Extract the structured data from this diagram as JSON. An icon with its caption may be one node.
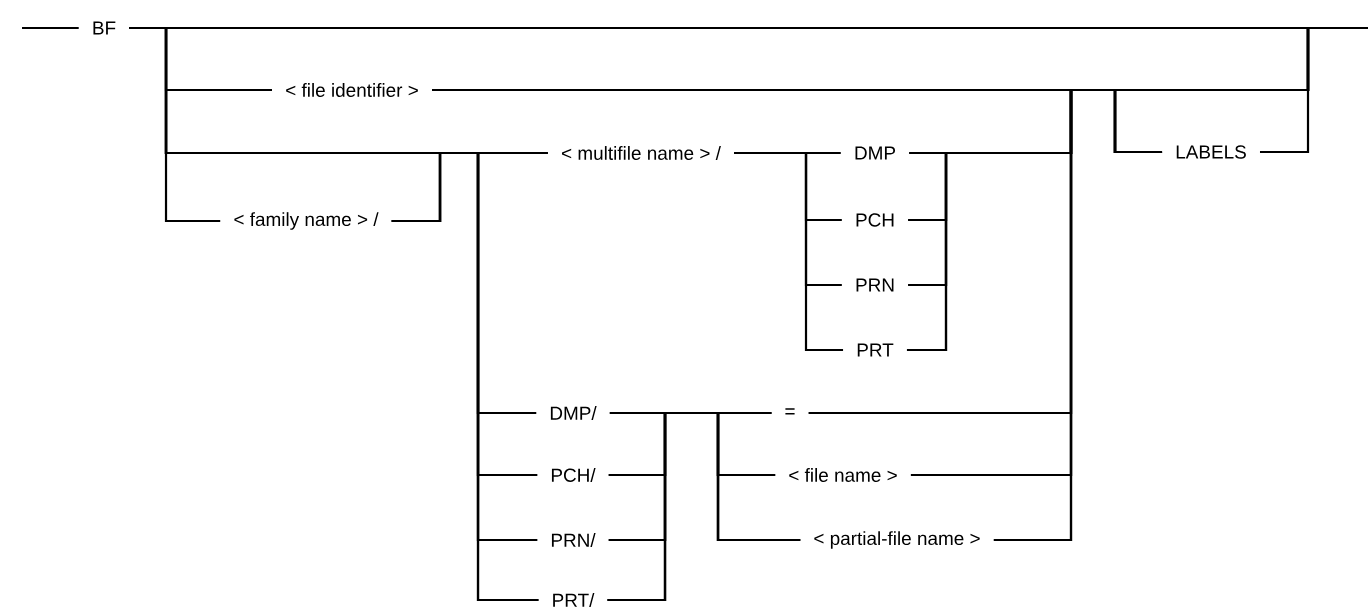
{
  "diagram": {
    "nodes": [
      {
        "text": [
          "BF"
        ]
      },
      {
        "text": [
          "< file identifier >"
        ]
      },
      {
        "text": [
          "< multifile name > /"
        ]
      },
      {
        "text": [
          "LABELS"
        ]
      },
      {
        "text": [
          "< family name > /"
        ]
      },
      {
        "text": [
          "DMP"
        ]
      },
      {
        "text": [
          "PCH"
        ]
      },
      {
        "text": [
          "PRN"
        ]
      },
      {
        "text": [
          "PRT"
        ]
      },
      {
        "text": [
          "DMP/"
        ]
      },
      {
        "text": [
          "="
        ]
      },
      {
        "text": [
          "PCH/"
        ]
      },
      {
        "text": [
          "< file name >"
        ]
      },
      {
        "text": [
          "PRN/"
        ]
      },
      {
        "text": [
          "< partial-file name >"
        ]
      },
      {
        "text": [
          "PRT/"
        ]
      }
    ],
    "edges": [
      {
        "from": null,
        "to": 0,
        "arrow": "none"
      },
      {
        "from": 0,
        "to": null,
        "arrow": "none"
      },
      {
        "from": 0,
        "to": 1,
        "arrow": "none"
      },
      {
        "from": 1,
        "to": 3,
        "arrow": "none"
      },
      {
        "from": 1,
        "to": null,
        "arrow": "none"
      },
      {
        "from": 0,
        "to": 4,
        "arrow": "none"
      },
      {
        "from": 0,
        "to": 2,
        "arrow": "none"
      },
      {
        "from": 4,
        "to": 2,
        "arrow": "none"
      },
      {
        "from": 0,
        "to": 9,
        "arrow": "none"
      },
      {
        "from": 0,
        "to": 11,
        "arrow": "none"
      },
      {
        "from": 0,
        "to": 13,
        "arrow": "none"
      },
      {
        "from": 0,
        "to": 15,
        "arrow": "none"
      },
      {
        "from": 4,
        "to": 9,
        "arrow": "none"
      },
      {
        "from": 4,
        "to": 11,
        "arrow": "none"
      },
      {
        "from": 4,
        "to": 13,
        "arrow": "none"
      },
      {
        "from": 4,
        "to": 15,
        "arrow": "none"
      },
      {
        "from": 2,
        "to": 5,
        "arrow": "none"
      },
      {
        "from": 2,
        "to": 6,
        "arrow": "none"
      },
      {
        "from": 2,
        "to": 7,
        "arrow": "none"
      },
      {
        "from": 2,
        "to": 8,
        "arrow": "none"
      },
      {
        "from": 5,
        "to": 3,
        "arrow": "none"
      },
      {
        "from": 6,
        "to": 3,
        "arrow": "none"
      },
      {
        "from": 7,
        "to": 3,
        "arrow": "none"
      },
      {
        "from": 8,
        "to": 3,
        "arrow": "none"
      },
      {
        "from": 5,
        "to": null,
        "arrow": "none"
      },
      {
        "from": 6,
        "to": null,
        "arrow": "none"
      },
      {
        "from": 7,
        "to": null,
        "arrow": "none"
      },
      {
        "from": 8,
        "to": null,
        "arrow": "none"
      },
      {
        "from": 9,
        "to": 10,
        "arrow": "none"
      },
      {
        "from": 9,
        "to": 12,
        "arrow": "none"
      },
      {
        "from": 9,
        "to": 14,
        "arrow": "none"
      },
      {
        "from": 11,
        "to": 10,
        "arrow": "none"
      },
      {
        "from": 11,
        "to": 12,
        "arrow": "none"
      },
      {
        "from": 11,
        "to": 14,
        "arrow": "none"
      },
      {
        "from": 13,
        "to": 10,
        "arrow": "none"
      },
      {
        "from": 13,
        "to": 12,
        "arrow": "none"
      },
      {
        "from": 13,
        "to": 14,
        "arrow": "none"
      },
      {
        "from": 15,
        "to": 10,
        "arrow": "none"
      },
      {
        "from": 15,
        "to": 12,
        "arrow": "none"
      },
      {
        "from": 15,
        "to": 14,
        "arrow": "none"
      },
      {
        "from": 10,
        "to": 3,
        "arrow": "none"
      },
      {
        "from": 12,
        "to": 3,
        "arrow": "none"
      },
      {
        "from": 14,
        "to": 3,
        "arrow": "none"
      },
      {
        "from": 10,
        "to": null,
        "arrow": "none"
      },
      {
        "from": 12,
        "to": null,
        "arrow": "none"
      },
      {
        "from": 14,
        "to": null,
        "arrow": "none"
      },
      {
        "from": 3,
        "to": null,
        "arrow": "none"
      }
    ]
  }
}
